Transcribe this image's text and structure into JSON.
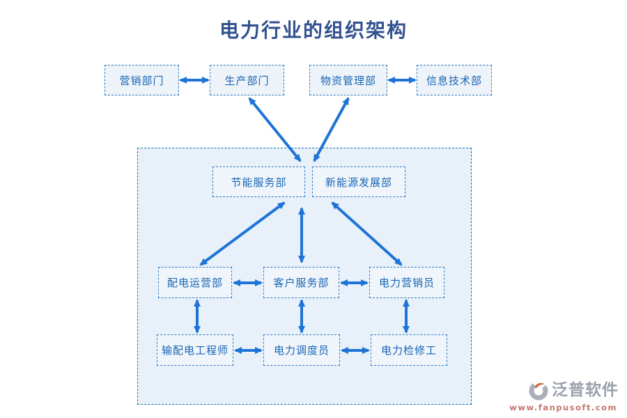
{
  "title": "电力行业的组织架构",
  "top_row": [
    {
      "label": "营销部门"
    },
    {
      "label": "生产部门"
    },
    {
      "label": "物资管理部"
    },
    {
      "label": "信息技术部"
    }
  ],
  "departments": [
    {
      "label": "节能服务部"
    },
    {
      "label": "新能源发展部"
    }
  ],
  "middle_row": [
    {
      "label": "配电运营部"
    },
    {
      "label": "客户服务部"
    },
    {
      "label": "电力营销员"
    }
  ],
  "bottom_row": [
    {
      "label": "输配电工程师"
    },
    {
      "label": "电力调度员"
    },
    {
      "label": "电力检修工"
    }
  ],
  "watermark": {
    "brand": "泛普软件",
    "url": "www.fanpusoft.com"
  },
  "colors": {
    "arrow": "#1d74d6",
    "box_border": "#2e7bc6",
    "box_text": "#1565b4",
    "box_fill": "#eef3f9",
    "inner_box_fill": "#f0f5fb",
    "container_border": "#1471ae",
    "container_fill": "#e8f1f9",
    "title_color": "#32508f",
    "wm_brand": "#9aa0ab",
    "wm_url": "#c5756c",
    "wm_gray": "#a9aeb9",
    "wm_red": "#cf6a4e"
  }
}
